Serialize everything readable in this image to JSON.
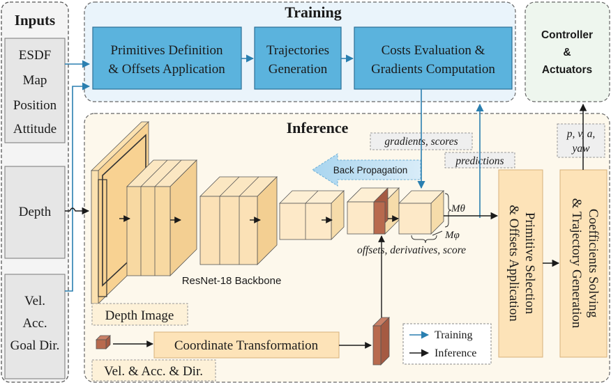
{
  "inputs": {
    "title": "Inputs",
    "esdf_items": [
      "ESDF",
      "Map",
      "Position",
      "Attitude"
    ],
    "depth": "Depth",
    "state_items": [
      "Vel.",
      "Acc.",
      "Goal Dir."
    ]
  },
  "training": {
    "title": "Training",
    "box1": [
      "Primitives Definition",
      "& Offsets Application"
    ],
    "box2": [
      "Trajectories",
      "Generation"
    ],
    "box3": [
      "Costs Evaluation &",
      "Gradients Computation"
    ]
  },
  "controller": {
    "lines": [
      "Controller",
      "&",
      "Actuators"
    ]
  },
  "inference": {
    "title": "Inference",
    "gradients_label": "gradients, scores",
    "predictions_label": "predictions",
    "back_propagation": "Back Propagation",
    "backbone_label": "ResNet-18 Backbone",
    "depth_image_label": "Depth Image",
    "outputs_label": "offsets, derivatives, score",
    "m_theta": "Mθ",
    "m_phi": "Mφ",
    "coord_transform": "Coordinate Transformation",
    "vel_acc_dir": "Vel. & Acc. & Dir.",
    "selection_box": [
      "Primitive Selection",
      "& Offsets Application"
    ],
    "solving_box": [
      "Coefficients Solving",
      "& Trajectory Generation"
    ],
    "state_labels": [
      "p, v, a,",
      "yaw"
    ]
  },
  "legend": {
    "training": "Training",
    "inference": "Inference"
  },
  "colors": {
    "training_bg": "#eaf4fb",
    "training_box": "#5bb3dd",
    "inference_bg": "#fdf8ec",
    "controller_bg": "#eef6ee",
    "input_box": "#e8e8e8",
    "block_fill": "#fbe1b0",
    "orange_box": "#fde3b8",
    "highlight": "#b86a4e",
    "training_arrow": "#2a7fb0"
  }
}
